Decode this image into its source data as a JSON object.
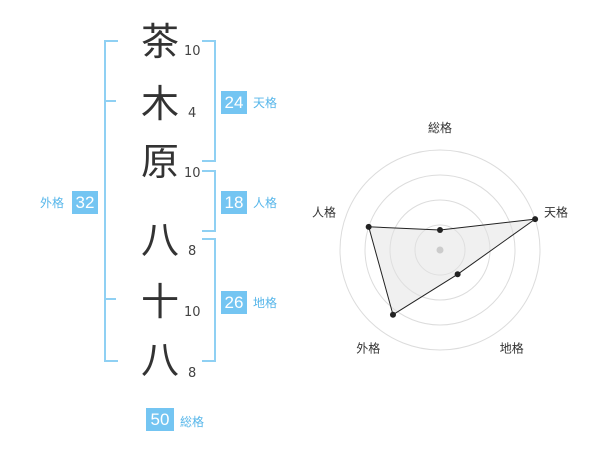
{
  "characters": [
    {
      "char": "茶",
      "strokes": "10"
    },
    {
      "char": "木",
      "strokes": "4"
    },
    {
      "char": "原",
      "strokes": "10"
    },
    {
      "char": "八",
      "strokes": "8"
    },
    {
      "char": "十",
      "strokes": "10"
    },
    {
      "char": "八",
      "strokes": "8"
    }
  ],
  "kakusu": {
    "tenkaku": {
      "label": "天格",
      "value": "24"
    },
    "jinkaku": {
      "label": "人格",
      "value": "18"
    },
    "chikaku": {
      "label": "地格",
      "value": "26"
    },
    "gaikaku": {
      "label": "外格",
      "value": "32"
    },
    "soukaku": {
      "label": "総格",
      "value": "50"
    }
  },
  "colors": {
    "accent": "#74c5f2",
    "bracket": "#8fd0f3",
    "text": "#333333"
  },
  "chart_data": {
    "type": "radar",
    "axes": [
      "総格",
      "天格",
      "地格",
      "外格",
      "人格"
    ],
    "values": [
      0.2,
      1.0,
      0.3,
      0.8,
      0.75
    ],
    "rings": 4,
    "range": [
      0,
      1
    ]
  }
}
